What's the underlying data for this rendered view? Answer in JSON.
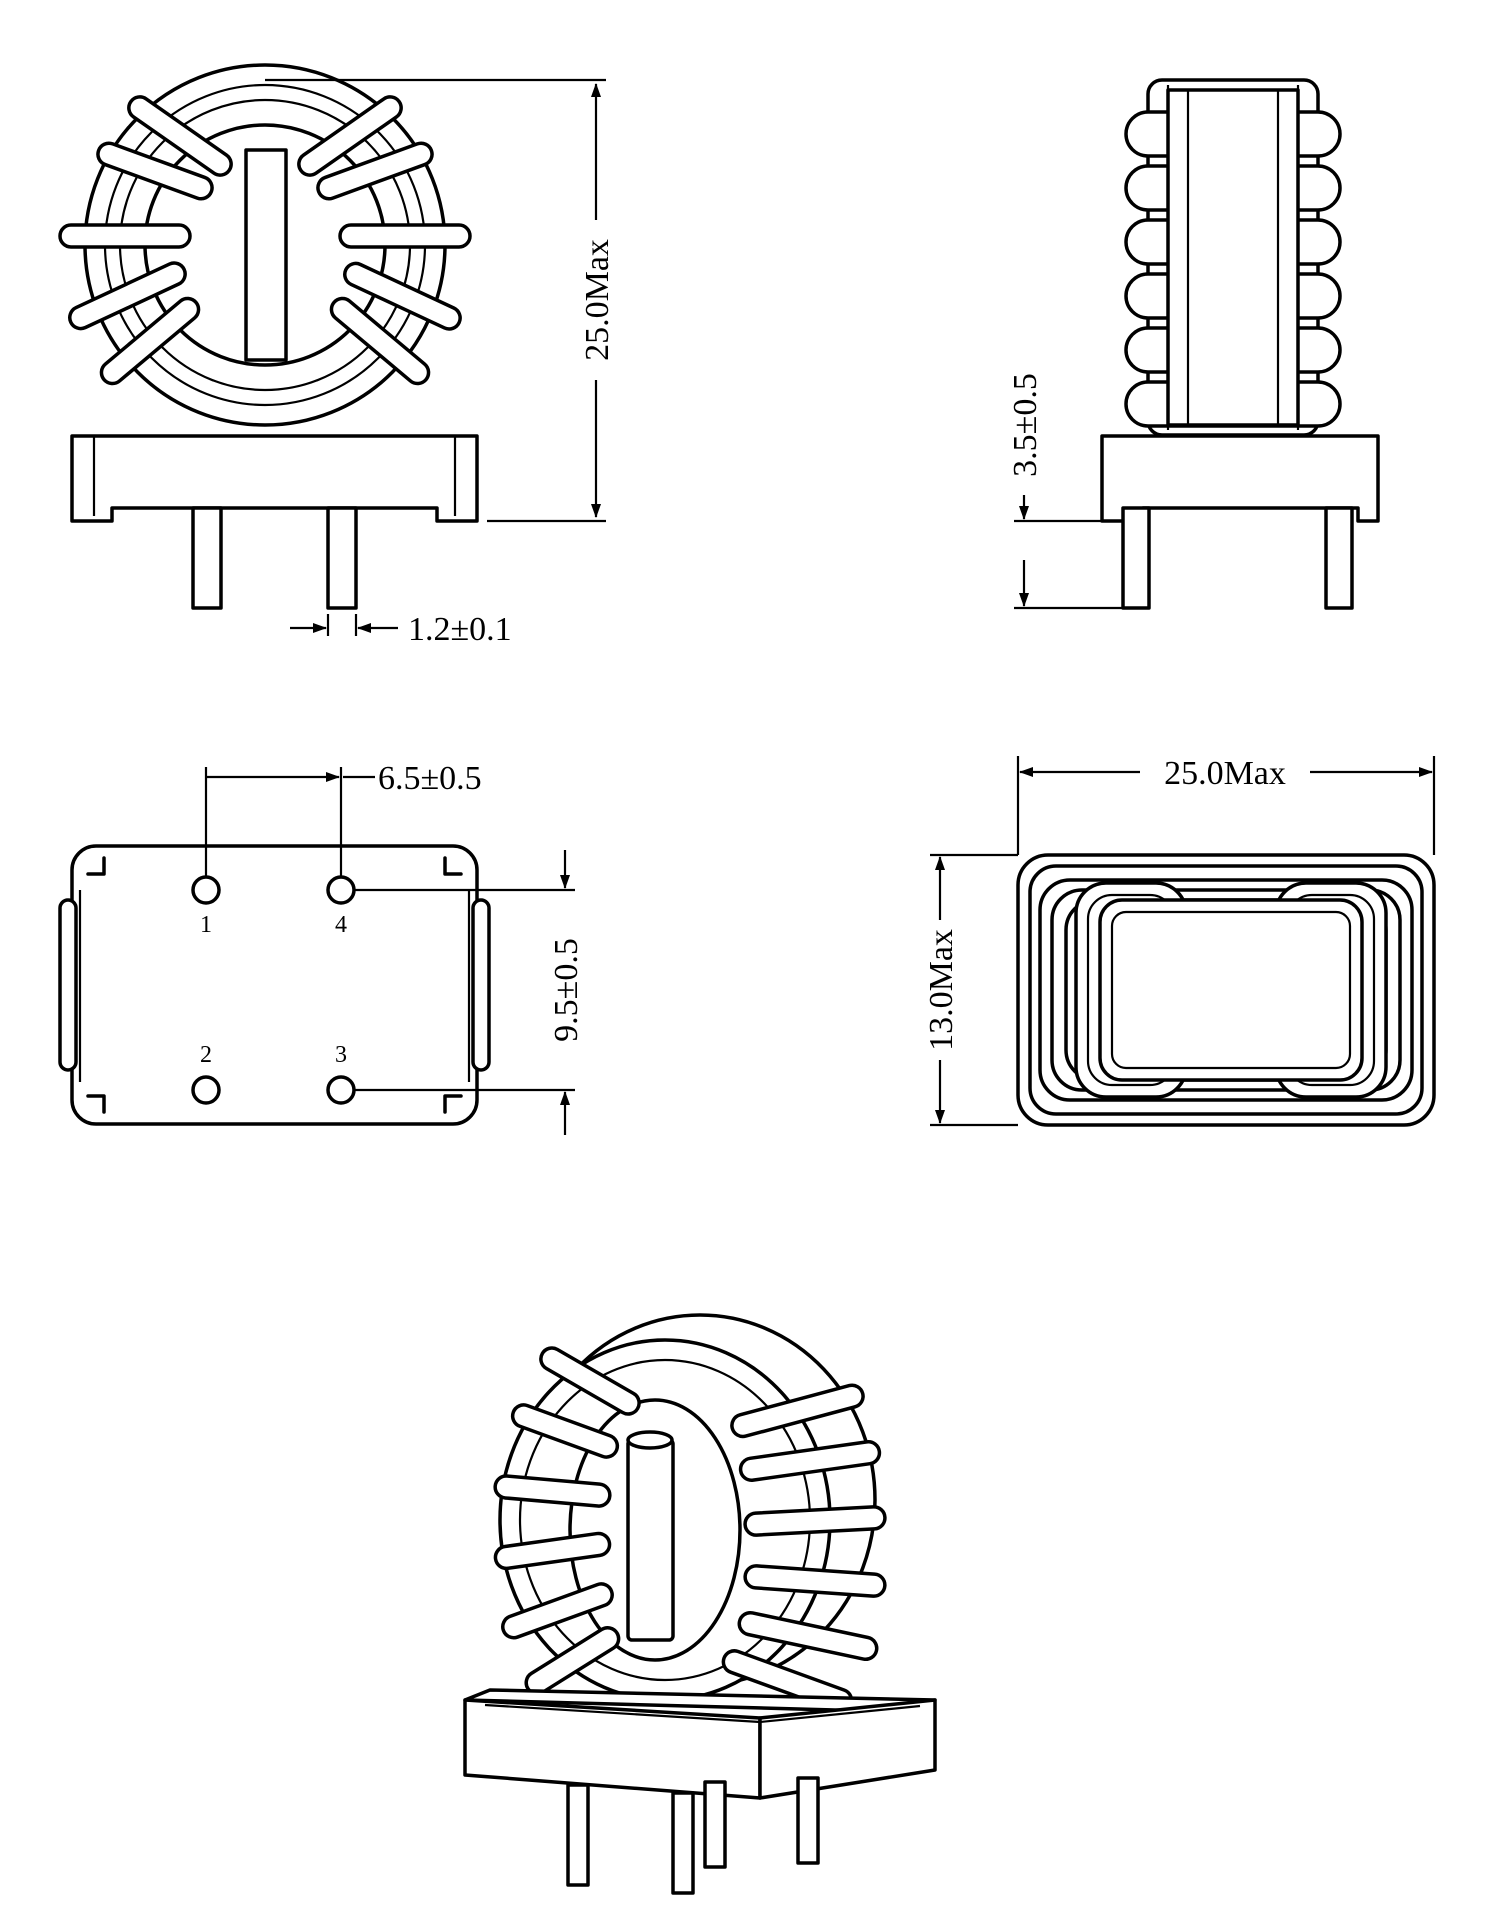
{
  "dimensions": {
    "front_height": "25.0Max",
    "pin_diameter": "1.2±0.1",
    "standoff": "3.5±0.5",
    "pin_pitch_x": "6.5±0.5",
    "pin_pitch_y": "9.5±0.5",
    "top_width": "25.0Max",
    "top_depth": "13.0Max"
  },
  "pins": {
    "p1": "1",
    "p2": "2",
    "p3": "3",
    "p4": "4"
  }
}
